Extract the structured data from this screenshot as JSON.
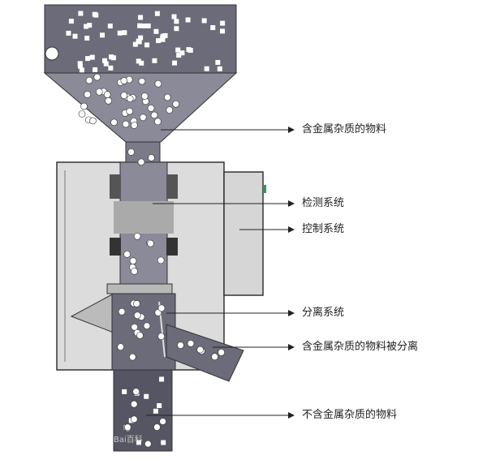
{
  "labels": {
    "input_material": "含金属杂质的物料",
    "detection": "检测系统",
    "control": "控制系统",
    "separation": "分离系统",
    "separated": "含金属杂质的物料被分离",
    "clean_output": "不含金属杂质的物料"
  },
  "watermark": "Bai百科",
  "colors": {
    "body": "#6b6b7a",
    "housing": "#d9d9d9",
    "outline": "#333333",
    "band": "#a8a8a8"
  }
}
